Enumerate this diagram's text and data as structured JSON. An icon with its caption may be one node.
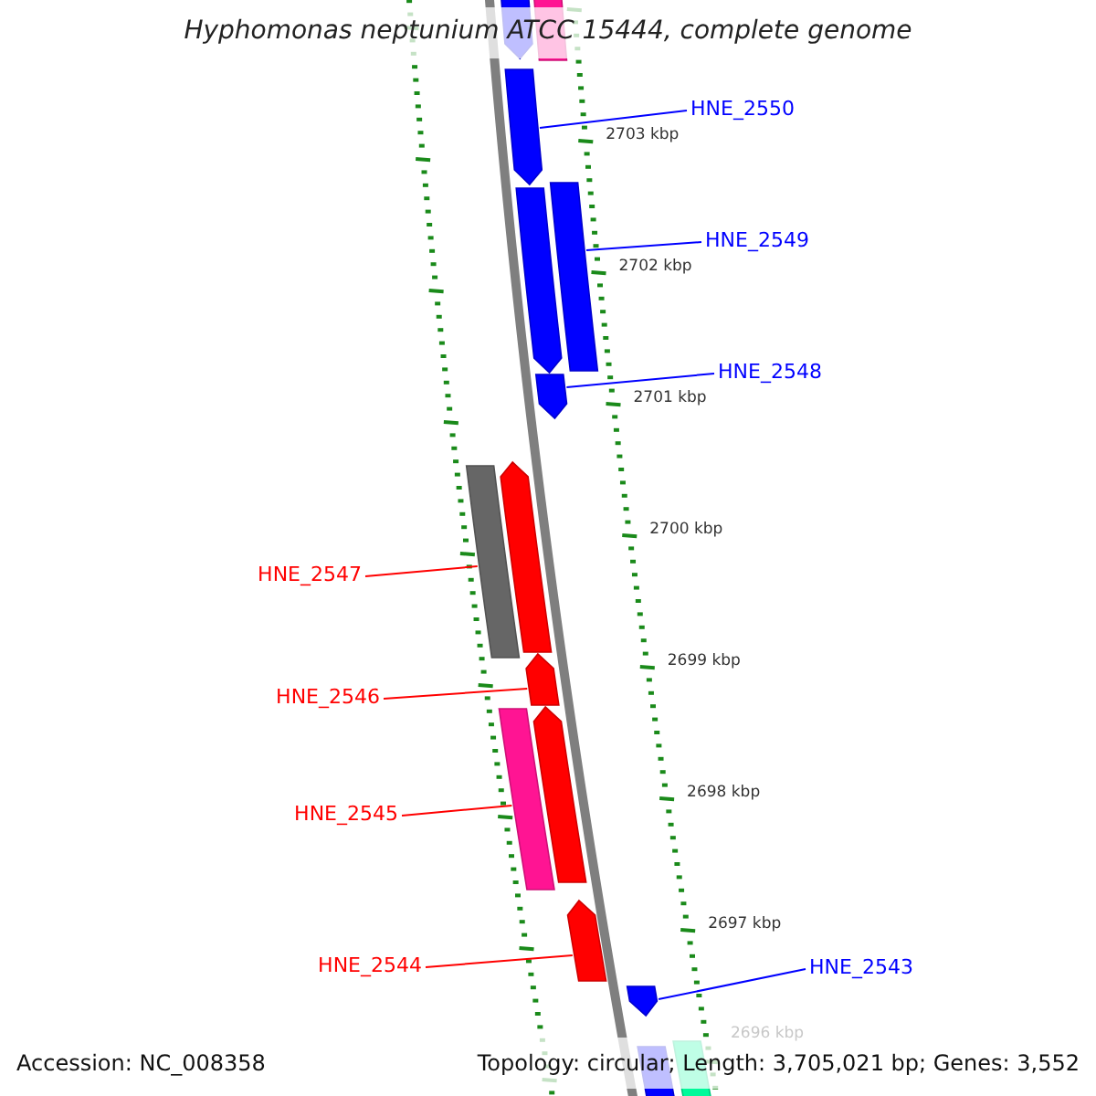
{
  "diagram": {
    "title": "Hyphomonas neptunium ATCC 15444, complete genome",
    "nodes": [
      {
        "text": [],
        "shape": "bar"
      },
      {
        "text": [],
        "shape": "bar"
      },
      {
        "text": [],
        "shape": "bar"
      },
      {
        "text": [
          "HNE_2550"
        ]
      },
      {
        "text": [],
        "shape": "bar"
      },
      {
        "text": [],
        "shape": "bar"
      },
      {
        "text": [
          "HNE_2549"
        ]
      },
      {
        "text": [],
        "shape": "bar"
      },
      {
        "text": [
          "HNE_2548"
        ]
      },
      {
        "text": [],
        "shape": "bar"
      },
      {
        "text": [],
        "shape": "bar"
      },
      {
        "text": [
          "HNE_2547"
        ]
      },
      {
        "text": [],
        "shape": "bar"
      },
      {
        "text": [
          "HNE_2546"
        ]
      },
      {
        "text": [],
        "shape": "bar"
      },
      {
        "text": [],
        "shape": "bar"
      },
      {
        "text": [
          "HNE_2545"
        ]
      },
      {
        "text": [],
        "shape": "bar"
      },
      {
        "text": [
          "HNE_2544"
        ]
      },
      {
        "text": [],
        "shape": "bar"
      },
      {
        "text": [
          "HNE_2543"
        ]
      },
      {
        "text": [],
        "shape": "bar"
      },
      {
        "text": [],
        "shape": "bar"
      }
    ],
    "edges": [
      {
        "from": 3,
        "to": 2,
        "arrow": "none"
      },
      {
        "from": 6,
        "to": 5,
        "arrow": "none"
      },
      {
        "from": 8,
        "to": 7,
        "arrow": "none"
      },
      {
        "from": 11,
        "to": 9,
        "arrow": "none",
        "color": "#ff0000"
      },
      {
        "from": 13,
        "to": 12,
        "arrow": "none",
        "color": "#ff0000"
      },
      {
        "from": 16,
        "to": 14,
        "arrow": "none",
        "color": "#ff0000"
      },
      {
        "from": 18,
        "to": 17,
        "arrow": "none",
        "color": "#ff0000"
      },
      {
        "from": 20,
        "to": 19,
        "arrow": "none"
      }
    ],
    "labels": [
      "2703 kbp",
      "2702 kbp",
      "2701 kbp",
      "2700 kbp",
      "2699 kbp",
      "2698 kbp",
      "2697 kbp",
      "2696 kbp",
      "Accession: NC_008358",
      "Topology: circular; Length: 3,705,021 bp; Genes: 3,552"
    ]
  }
}
